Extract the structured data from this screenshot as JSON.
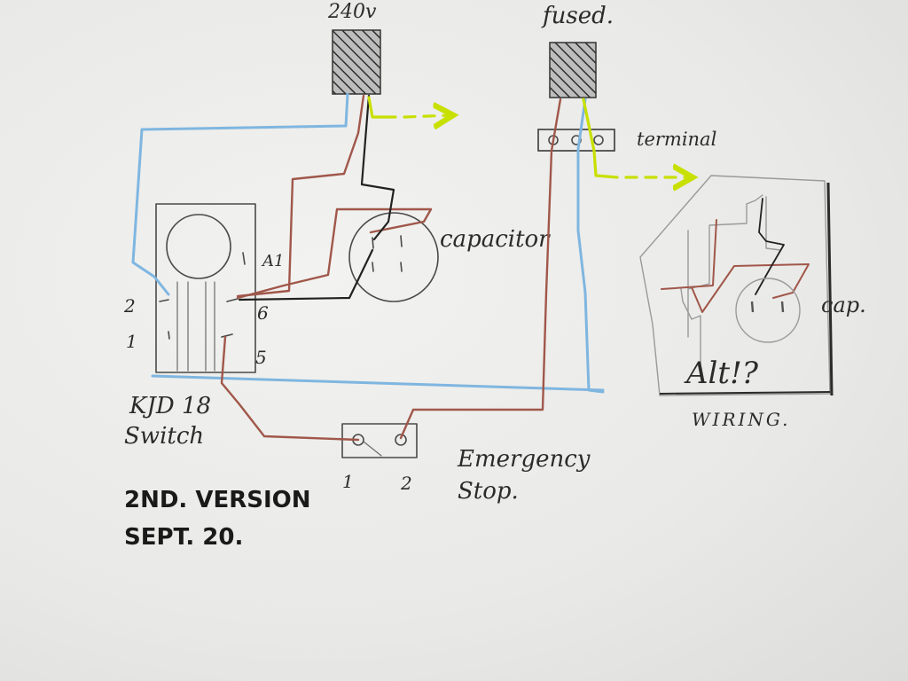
{
  "colors": {
    "paper": "#ececea",
    "pencil": "#3a3a3a",
    "blue": "#7fb6e0",
    "brown": "#a0574a",
    "black": "#222222",
    "green": "#c8e000"
  },
  "labels": {
    "supply_240v": "240v",
    "fused": "fused.",
    "terminal": "terminal",
    "capacitor": "capacitor",
    "cap": "cap.",
    "alt": "Alt!?",
    "wiring": "WIRING.",
    "a1": "A1",
    "pin2": "2",
    "pin6": "6",
    "pin1": "1",
    "pin5": "5",
    "switch_line1": "KJD 18",
    "switch_line2": "Switch",
    "estop_1": "1",
    "estop_2": "2",
    "estop_line1": "Emergency",
    "estop_line2": "Stop.",
    "version_line1": "2ND. VERSION",
    "version_line2": "SEPT. 20."
  }
}
